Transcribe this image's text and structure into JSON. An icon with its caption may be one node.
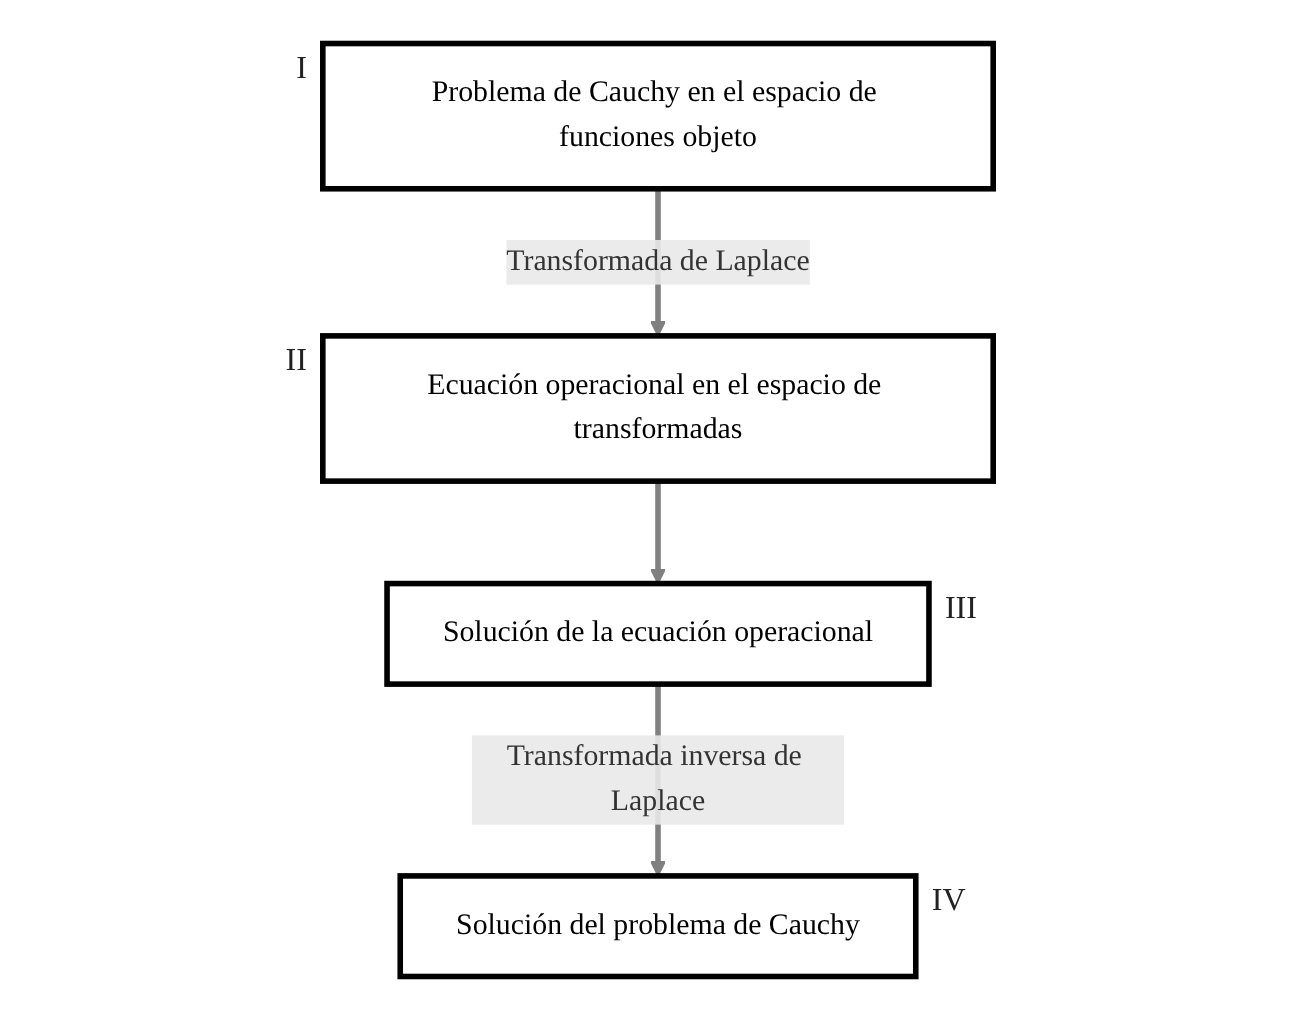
{
  "diagram": {
    "nodes": [
      {
        "text": [
          "Problema de Cauchy en el espacio de funciones objeto"
        ],
        "beside": [
          "I"
        ]
      },
      {
        "text": [
          "Solución del problema de Cauchy"
        ],
        "beside": [
          "IV"
        ]
      },
      {
        "text": [
          "Ecuación operacional en el espacio de transformadas"
        ],
        "beside": [
          "II"
        ]
      },
      {
        "text": [
          "Solución de la ecuación operacional"
        ],
        "beside": [
          "III"
        ]
      }
    ],
    "edges": [
      {
        "from": 0,
        "to": 2,
        "arrow": "to",
        "label": "Transformada de Laplace"
      },
      {
        "from": 2,
        "to": 3,
        "arrow": "to"
      },
      {
        "from": 3,
        "to": 1,
        "arrow": "to",
        "label": "Transformada inversa de Laplace"
      }
    ]
  }
}
